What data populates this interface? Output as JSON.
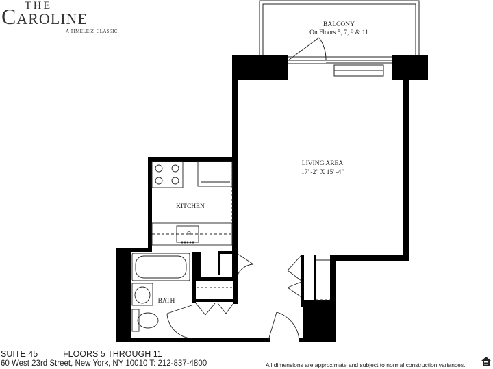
{
  "logo": {
    "the": "THE",
    "main": "Caroline",
    "tagline": "A TIMELESS CLASSIC"
  },
  "rooms": {
    "balcony_label": "BALCONY",
    "balcony_note": "On Floors 5, 7, 9 & 11",
    "living_label": "LIVING AREA",
    "living_dims": "17' -2\" X 15' -4\"",
    "kitchen_label": "KITCHEN",
    "bath_label": "BATH"
  },
  "footer": {
    "suite": "SUITE 45",
    "floors": "FLOORS 5 THROUGH 11",
    "address": "60 West 23rd Street, New York, NY 10010 T: 212-837-4800",
    "disclaimer": "All dimensions are approximate and subject to normal construction variances."
  },
  "icons": {
    "equal_housing": "equal-housing-icon"
  },
  "colors": {
    "wall": "#000000",
    "line": "#1a1a1a"
  }
}
